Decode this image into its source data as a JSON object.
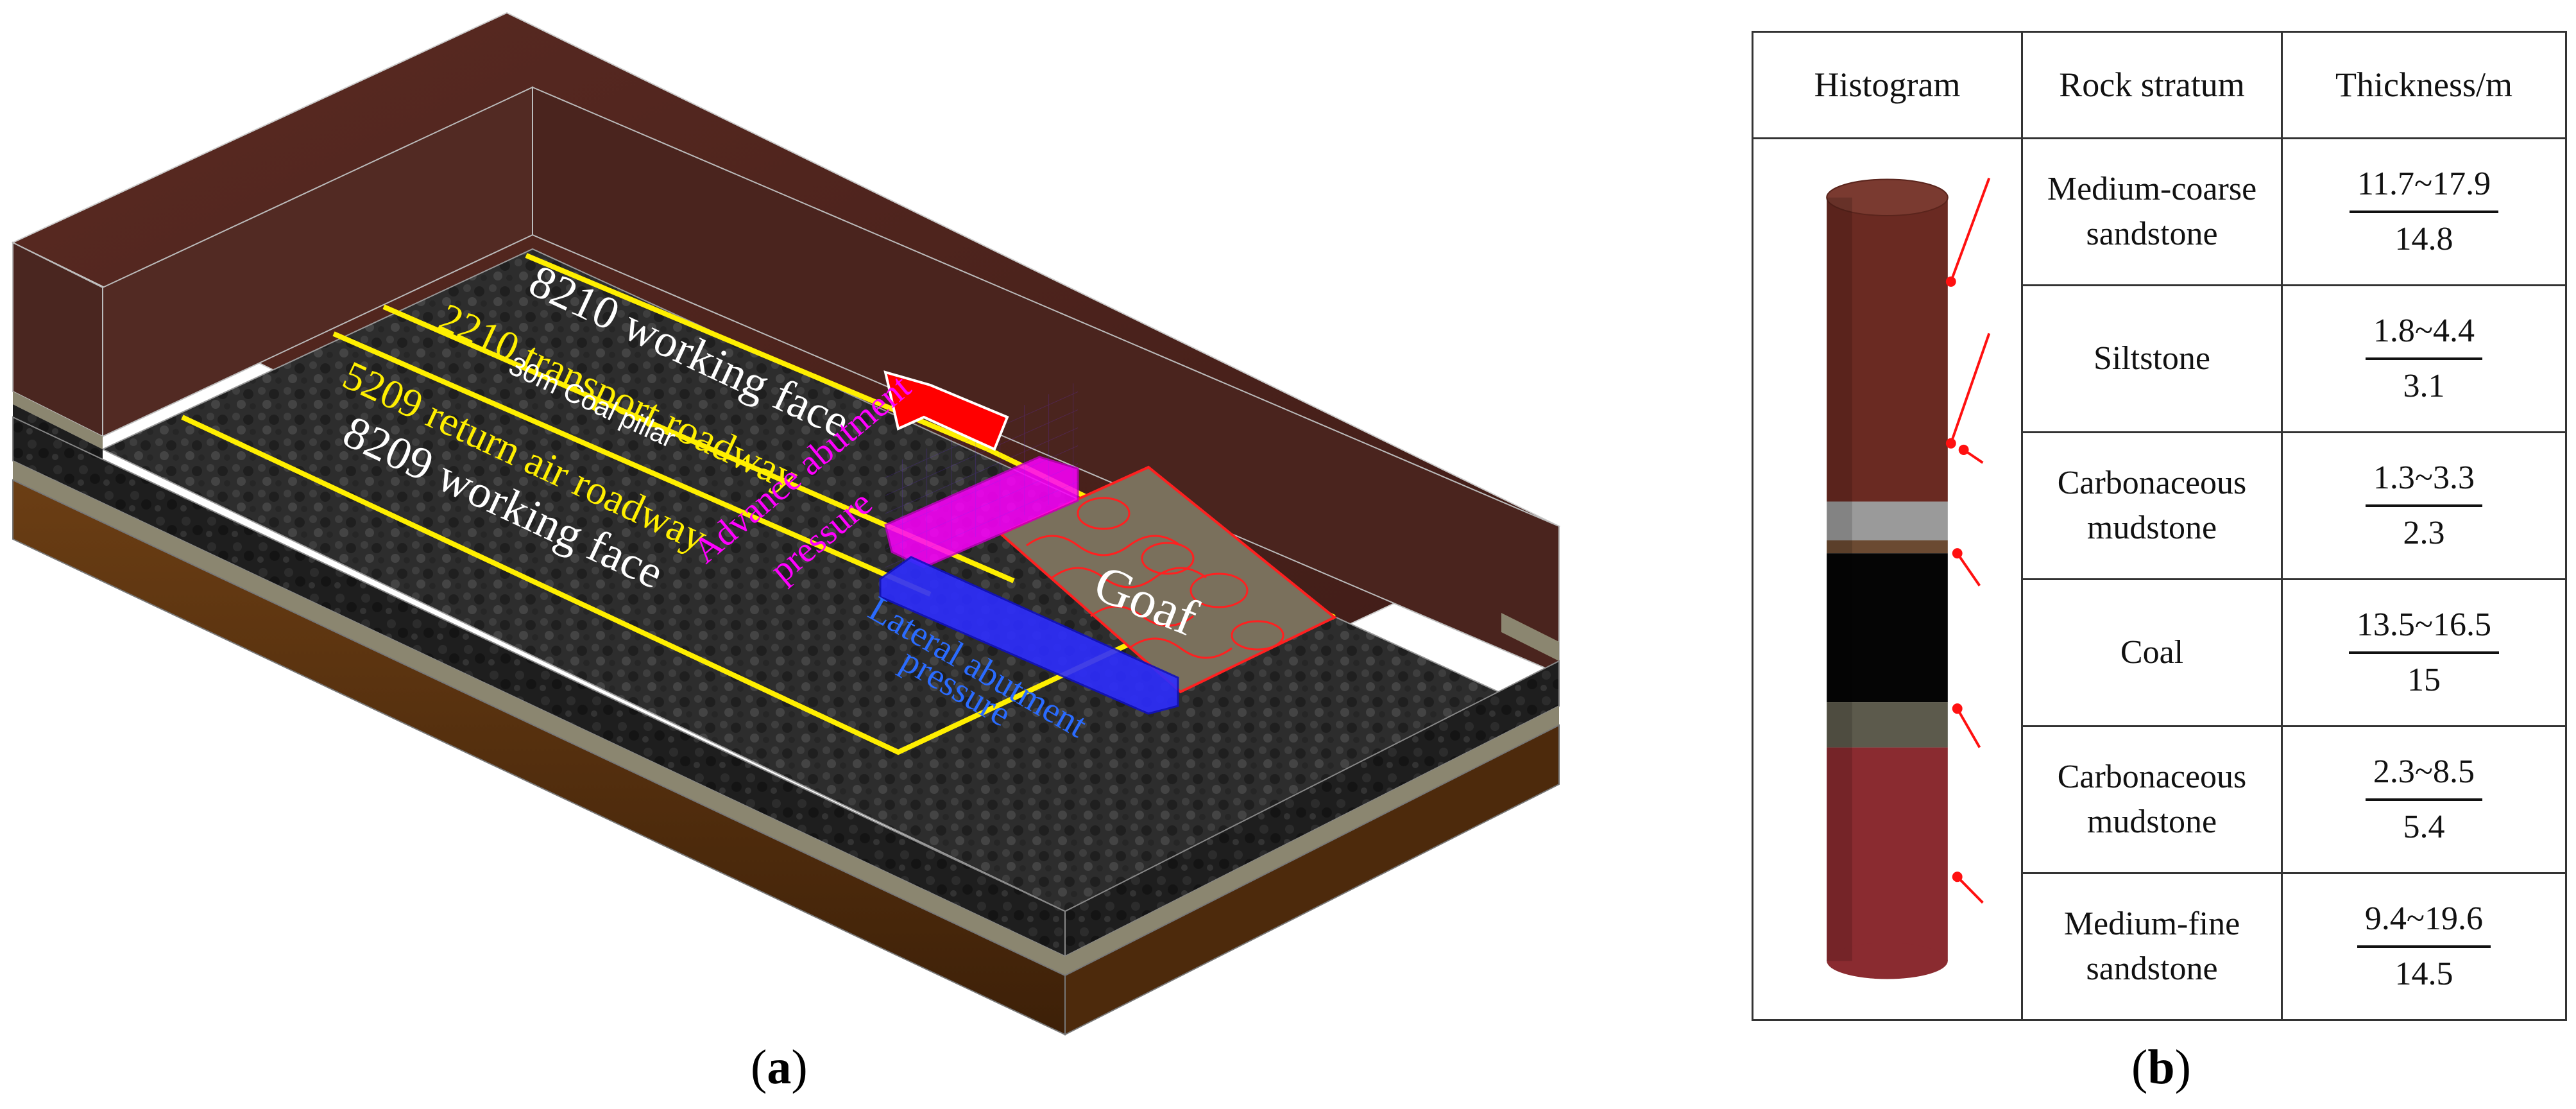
{
  "panel_a": {
    "labels": {
      "face_8210": "8210 working face",
      "transport_2210": "2210 transport roadway",
      "coal_pillar": "30m Coal pillar",
      "return_5209": "5209 return air roadway",
      "face_8209": "8209 working face",
      "advance_pressure_1": "Advance abutment",
      "advance_pressure_2": "pressure",
      "goaf": "Goaf",
      "lateral_pressure_1": "Lateral abutment",
      "lateral_pressure_2": "pressure"
    },
    "caption_letter": "a"
  },
  "panel_b": {
    "headers": {
      "histogram": "Histogram",
      "rock": "Rock stratum",
      "thickness": "Thickness/m"
    },
    "rows": [
      {
        "rock": "Medium-coarse sandstone",
        "range": "11.7~17.9",
        "avg": "14.8",
        "color": "#6a2a22"
      },
      {
        "rock": "Siltstone",
        "range": "1.8~4.4",
        "avg": "3.1",
        "color": "#9a9a9a"
      },
      {
        "rock": "Carbonaceous mudstone",
        "range": "1.3~3.3",
        "avg": "2.3",
        "color": "#6b4a32"
      },
      {
        "rock": "Coal",
        "range": "13.5~16.5",
        "avg": "15",
        "color": "#050505"
      },
      {
        "rock": "Carbonaceous mudstone",
        "range": "2.3~8.5",
        "avg": "5.4",
        "color": "#5c5a4c"
      },
      {
        "rock": "Medium-fine sandstone",
        "range": "9.4~19.6",
        "avg": "14.5",
        "color": "#8a2b30"
      }
    ],
    "caption_letter": "b"
  }
}
